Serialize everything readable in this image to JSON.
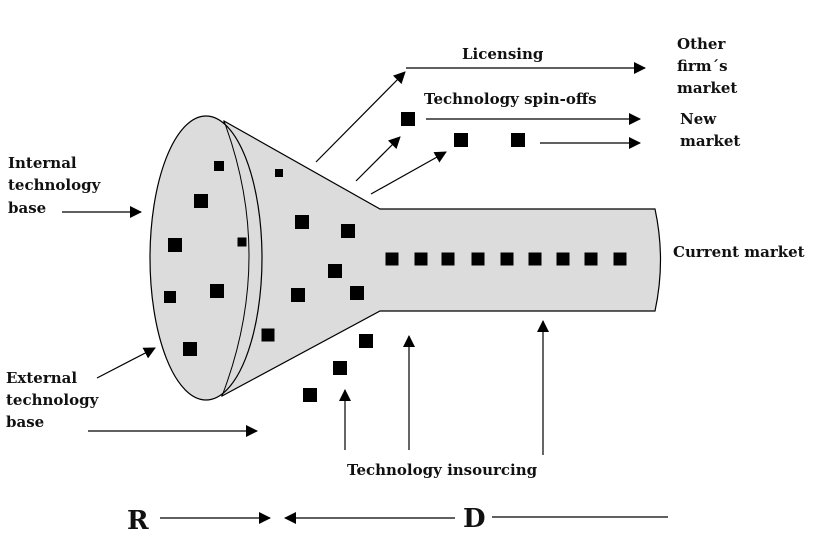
{
  "colors": {
    "funnel_fill": "#dcdcdc",
    "ink": "#000000",
    "background": "#ffffff"
  },
  "labels": {
    "licensing": "Licensing",
    "spin_offs": "Technology spin-offs",
    "other_market": [
      "Other",
      "firm´s",
      "market"
    ],
    "new_market": [
      "New",
      "market"
    ],
    "current_market": "Current market",
    "internal_base": [
      "Internal",
      "technology",
      "base"
    ],
    "external_base": [
      "External",
      "technology",
      "base"
    ],
    "insourcing": "Technology insourcing",
    "r": "R",
    "d": "D"
  }
}
